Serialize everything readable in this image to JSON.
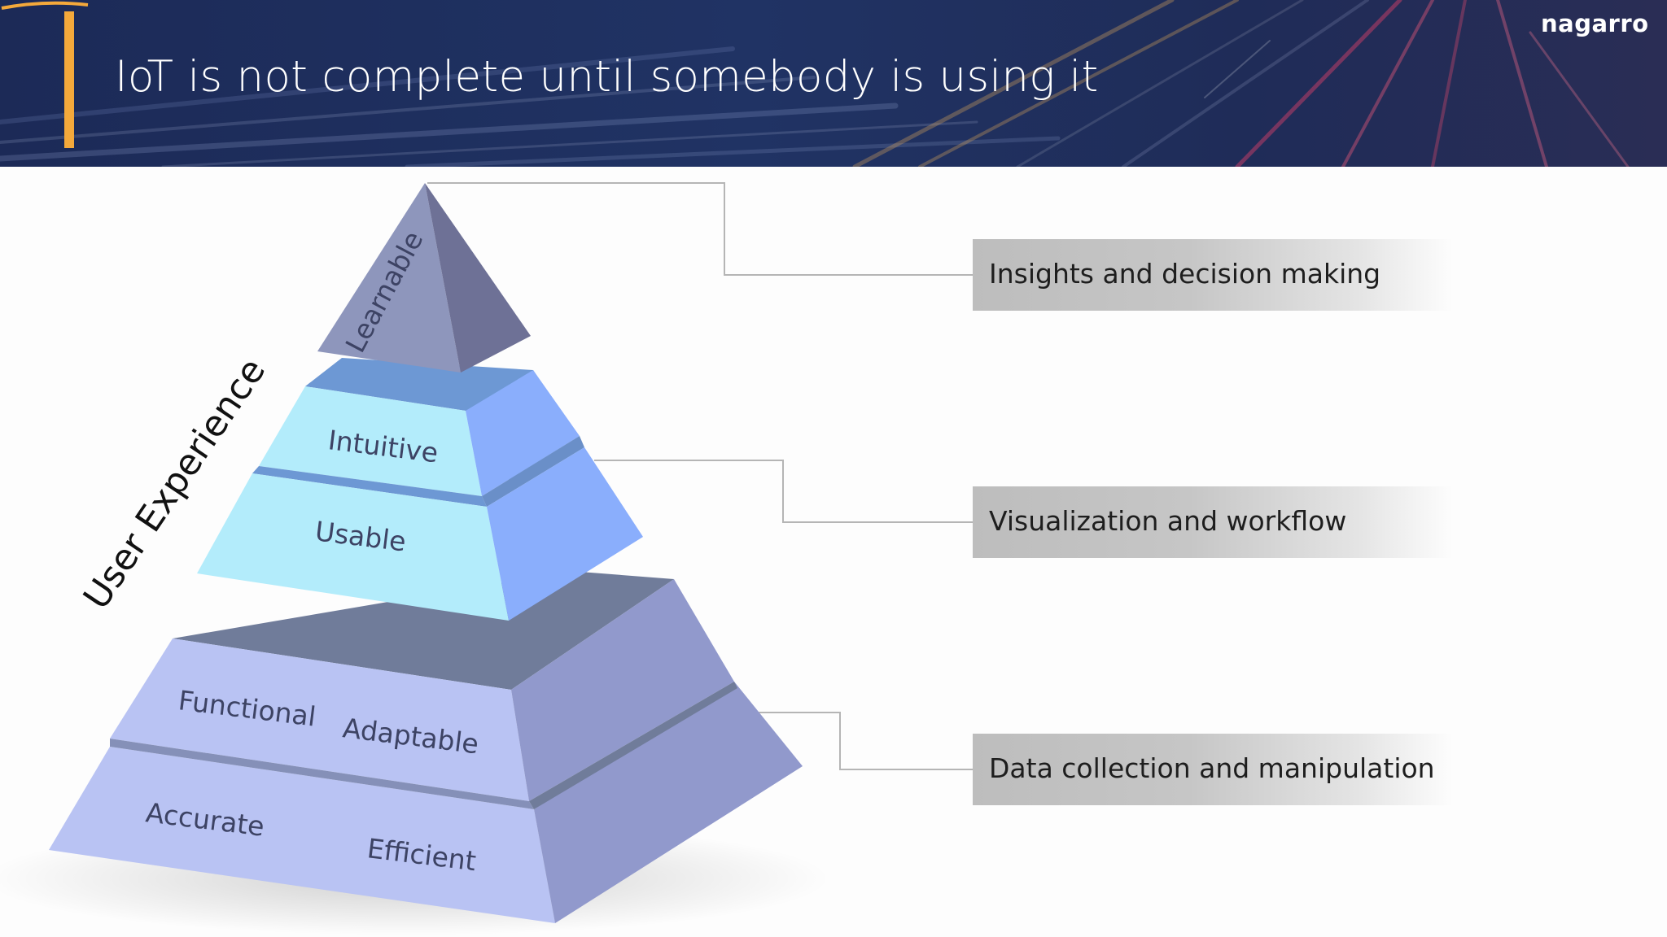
{
  "header": {
    "title": "IoT is not complete until somebody is using it",
    "logo_text": "nagarro",
    "accent_color": "#f4a93b",
    "banner_color": "#1f2c58"
  },
  "pyramid": {
    "axis_label": "User Experience",
    "tiers": [
      {
        "name": "top",
        "labels": [
          "Learnable"
        ]
      },
      {
        "name": "upper",
        "labels": [
          "Intuitive",
          "Usable"
        ]
      },
      {
        "name": "base",
        "labels": [
          "Functional",
          "Adaptable",
          "Accurate",
          "Efficient"
        ]
      }
    ]
  },
  "callouts": [
    {
      "label": "Insights and decision making"
    },
    {
      "label": "Visualization and workflow"
    },
    {
      "label": "Data collection and manipulation"
    }
  ],
  "colors": {
    "learnable_front": "#8e96bc",
    "learnable_side": "#6e7196",
    "upper_front": "#b3ecfb",
    "upper_side": "#8aaefc",
    "upper_top": "#6d98d4",
    "base_front": "#b9c3f3",
    "base_side": "#9199cc",
    "base_top": "#707c9a",
    "callout": "#c4c4c4"
  }
}
